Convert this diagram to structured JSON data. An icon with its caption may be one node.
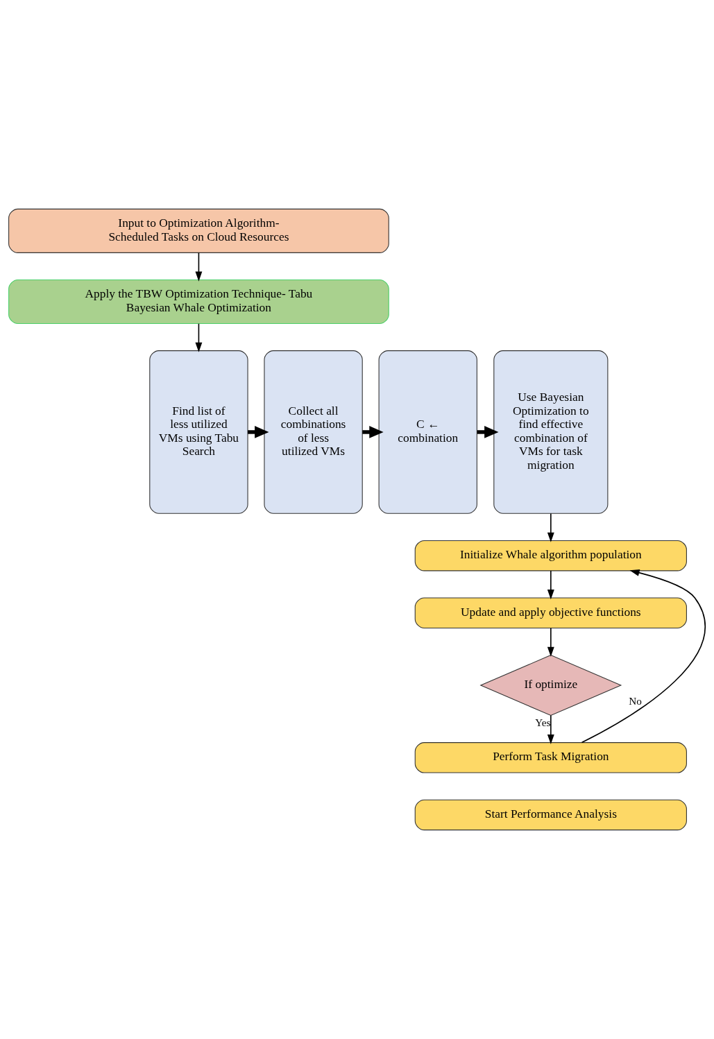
{
  "diagram": {
    "nodes": [
      {
        "text": [
          "Input to Optimization Algorithm- Scheduled Tasks on Cloud Resources"
        ]
      },
      {
        "text": [
          "Apply the TBW Optimization Technique- Tabu Bayesian Whale Optimization"
        ]
      },
      {
        "text": [
          "Find list of less utilized VMs using Tabu Search"
        ]
      },
      {
        "text": [
          "Collect all combinations of less utilized VMs"
        ]
      },
      {
        "text": [
          "C ← combination"
        ]
      },
      {
        "text": [
          "Use Bayesian Optimization to find effective combination of VMs for task migration"
        ]
      },
      {
        "text": [
          "Initialize Whale algorithm population"
        ]
      },
      {
        "text": [
          "Update and apply objective functions"
        ]
      },
      {
        "text": [
          "If optimize"
        ]
      },
      {
        "text": [
          "Perform Task Migration"
        ]
      },
      {
        "text": [
          "Start Performance Analysis"
        ]
      }
    ],
    "edges": [
      {
        "from": 0,
        "to": 1,
        "arrow": "to"
      },
      {
        "from": 1,
        "to": 2,
        "arrow": "to"
      },
      {
        "from": 2,
        "to": 3,
        "arrow": "to",
        "style": "thick"
      },
      {
        "from": 3,
        "to": 4,
        "arrow": "to",
        "style": "thick"
      },
      {
        "from": 4,
        "to": 5,
        "arrow": "to",
        "style": "thick"
      },
      {
        "from": 5,
        "to": 6,
        "arrow": "to"
      },
      {
        "from": 6,
        "to": 7,
        "arrow": "to"
      },
      {
        "from": 7,
        "to": 8,
        "arrow": "to"
      },
      {
        "from": 8,
        "to": 9,
        "label": "Yes",
        "arrow": "to"
      },
      {
        "from": 9,
        "to": 6,
        "label": "No",
        "arrow": "to"
      }
    ]
  }
}
